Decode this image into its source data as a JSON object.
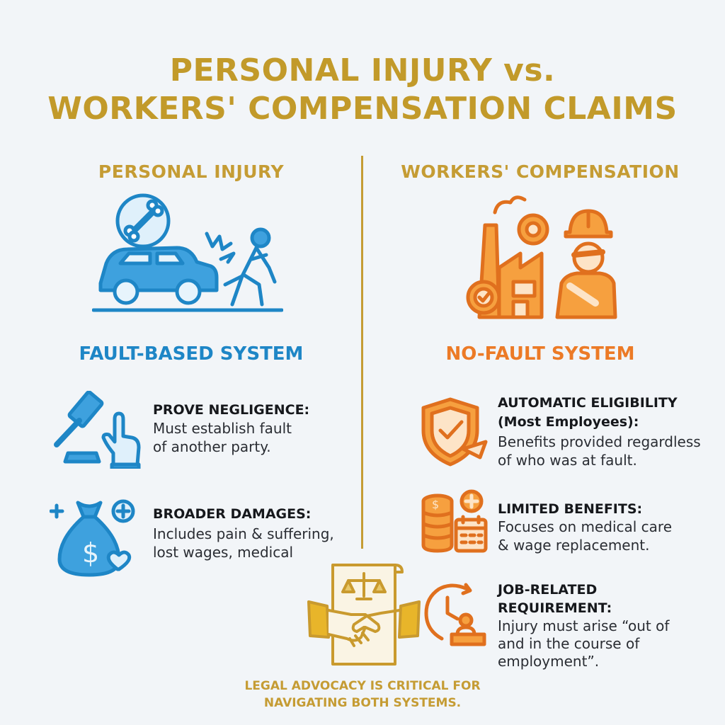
{
  "title": {
    "line1": "PERSONAL INJURY vs.",
    "line2": "WORKERS' COMPENSATION CLAIMS"
  },
  "left": {
    "heading": "PERSONAL INJURY",
    "system": "FAULT-BASED SYSTEM",
    "items": [
      {
        "title": "PROVE NEGLIGENCE:",
        "line1": "Must establish fault",
        "line2": "of another party."
      },
      {
        "title": "BROADER DAMAGES:",
        "line1": "Includes pain & suffering,",
        "line2": "lost wages, medical"
      }
    ]
  },
  "right": {
    "heading": "WORKERS' COMPENSATION",
    "system": "NO-FAULT SYSTEM",
    "items": [
      {
        "title1": "AUTOMATIC ELIGIBILITY",
        "title2": "(Most Employees):",
        "line1": "Benefits provided regardless",
        "line2": "of who was at fault."
      },
      {
        "title": "LIMITED BENEFITS:",
        "line1": "Focuses on medical care",
        "line2": "& wage replacement."
      },
      {
        "title1": "JOB-RELATED",
        "title2": "REQUIREMENT:",
        "line1": "Injury must arise “out of",
        "line2": "and in the course of",
        "line3": "employment”."
      }
    ]
  },
  "footer": {
    "line1": "LEGAL ADVOCACY IS CRITICAL FOR",
    "line2": "NAVIGATING BOTH SYSTEMS."
  },
  "colors": {
    "gold": "#c59c34",
    "blue": "#1e86c6",
    "orange": "#ec7a26",
    "background": "#f2f5f8"
  },
  "icons": [
    "car-accident-icon",
    "factory-worker-icon",
    "gavel-hand-icon",
    "money-bag-heart-icon",
    "shield-check-icon",
    "coins-calendar-icon",
    "clock-desk-icon",
    "handshake-scale-icon"
  ]
}
